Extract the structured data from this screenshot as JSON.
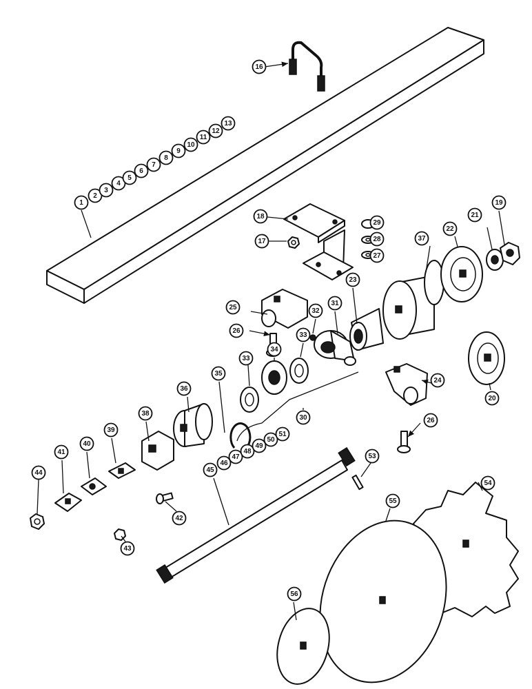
{
  "callouts": [
    "1",
    "2",
    "3",
    "4",
    "5",
    "6",
    "7",
    "8",
    "9",
    "10",
    "11",
    "12",
    "13",
    "16",
    "17",
    "18",
    "19",
    "20",
    "21",
    "22",
    "23",
    "24",
    "25",
    "26",
    "26",
    "27",
    "28",
    "29",
    "30",
    "31",
    "32",
    "33",
    "33",
    "34",
    "35",
    "36",
    "37",
    "38",
    "39",
    "40",
    "41",
    "42",
    "43",
    "44",
    "45",
    "46",
    "47",
    "48",
    "49",
    "50",
    "51",
    "53",
    "54",
    "55",
    "56"
  ]
}
